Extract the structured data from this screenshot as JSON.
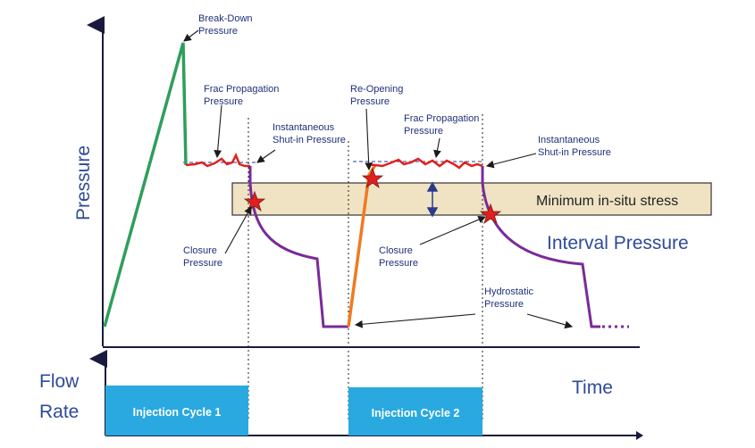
{
  "axes": {
    "pressure_label": "Pressure",
    "time_label": "Time",
    "flow_label_line1": "Flow",
    "flow_label_line2": "Rate"
  },
  "stress_band": {
    "label": "Minimum in-situ stress"
  },
  "interval_pressure_label": "Interval Pressure",
  "annotations": {
    "breakdown": [
      "Break-Down",
      "Pressure"
    ],
    "frac_prop_1": [
      "Frac Propagation",
      "Pressure"
    ],
    "isip_1": [
      "Instantaneous",
      "Shut-in Pressure"
    ],
    "closure_1": [
      "Closure",
      "Pressure"
    ],
    "reopening": [
      "Re-Opening",
      "Pressure"
    ],
    "frac_prop_2": [
      "Frac Propagation",
      "Pressure"
    ],
    "isip_2": [
      "Instantaneous",
      "Shut-in Pressure"
    ],
    "closure_2": [
      "Closure",
      "Pressure"
    ],
    "hydrostatic": [
      "Hydrostatic",
      "Pressure"
    ]
  },
  "cycles": [
    {
      "label": "Injection Cycle 1"
    },
    {
      "label": "Injection Cycle 2"
    }
  ],
  "colors": {
    "injection_ramp": "#2e9e5b",
    "propagation": "#e0201e",
    "decline": "#7a2a9a",
    "reopening_ramp": "#f07a20",
    "stress_band_fill": "#efe3c4",
    "flow_box": "#29a9e0",
    "axis": "#1a1a40",
    "text": "#1f2f7a"
  }
}
